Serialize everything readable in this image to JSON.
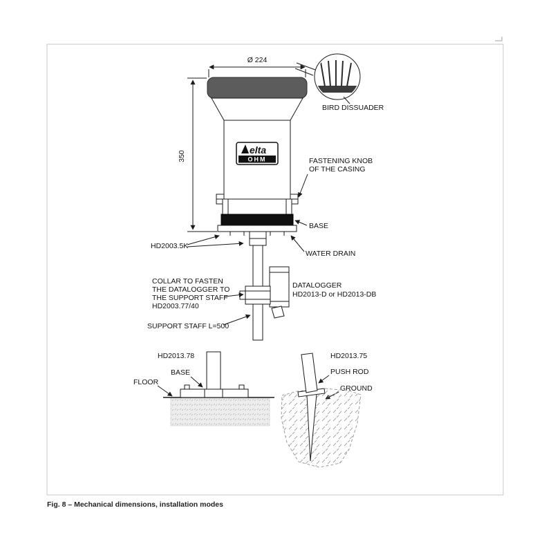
{
  "figure": {
    "caption": "Fig. 8 – Mechanical dimensions, installation modes",
    "colors": {
      "line": "#1a1a1a",
      "cap_fill": "#5c5c5c",
      "base_ring_fill": "#101010",
      "floor_fill": "#ededed"
    }
  },
  "device": {
    "diameter_dim": "Ø 224",
    "height_dim": "350",
    "logo": {
      "brand_top": "elta",
      "brand_bottom": "OHM"
    }
  },
  "callouts": {
    "bird_dissuader": "BIRD DISSUADER",
    "fastening_knob": [
      "FASTENING KNOB",
      "OF THE CASING"
    ],
    "base": "BASE",
    "water_drain": "WATER DRAIN",
    "base_part": "HD2003.5K",
    "collar": [
      "COLLAR TO FASTEN",
      "THE DATALOGGER TO",
      "THE SUPPORT STAFF",
      "HD2003.77/40"
    ],
    "support_staff": "SUPPORT STAFF L=500",
    "datalogger": [
      "DATALOGGER",
      "HD2013-D or HD2013-DB"
    ]
  },
  "floor_installation": {
    "part": "HD2013.78",
    "base_label": "BASE",
    "floor_label": "FLOOR"
  },
  "ground_installation": {
    "part": "HD2013.75",
    "push_rod_label": "PUSH ROD",
    "ground_label": "GROUND"
  }
}
